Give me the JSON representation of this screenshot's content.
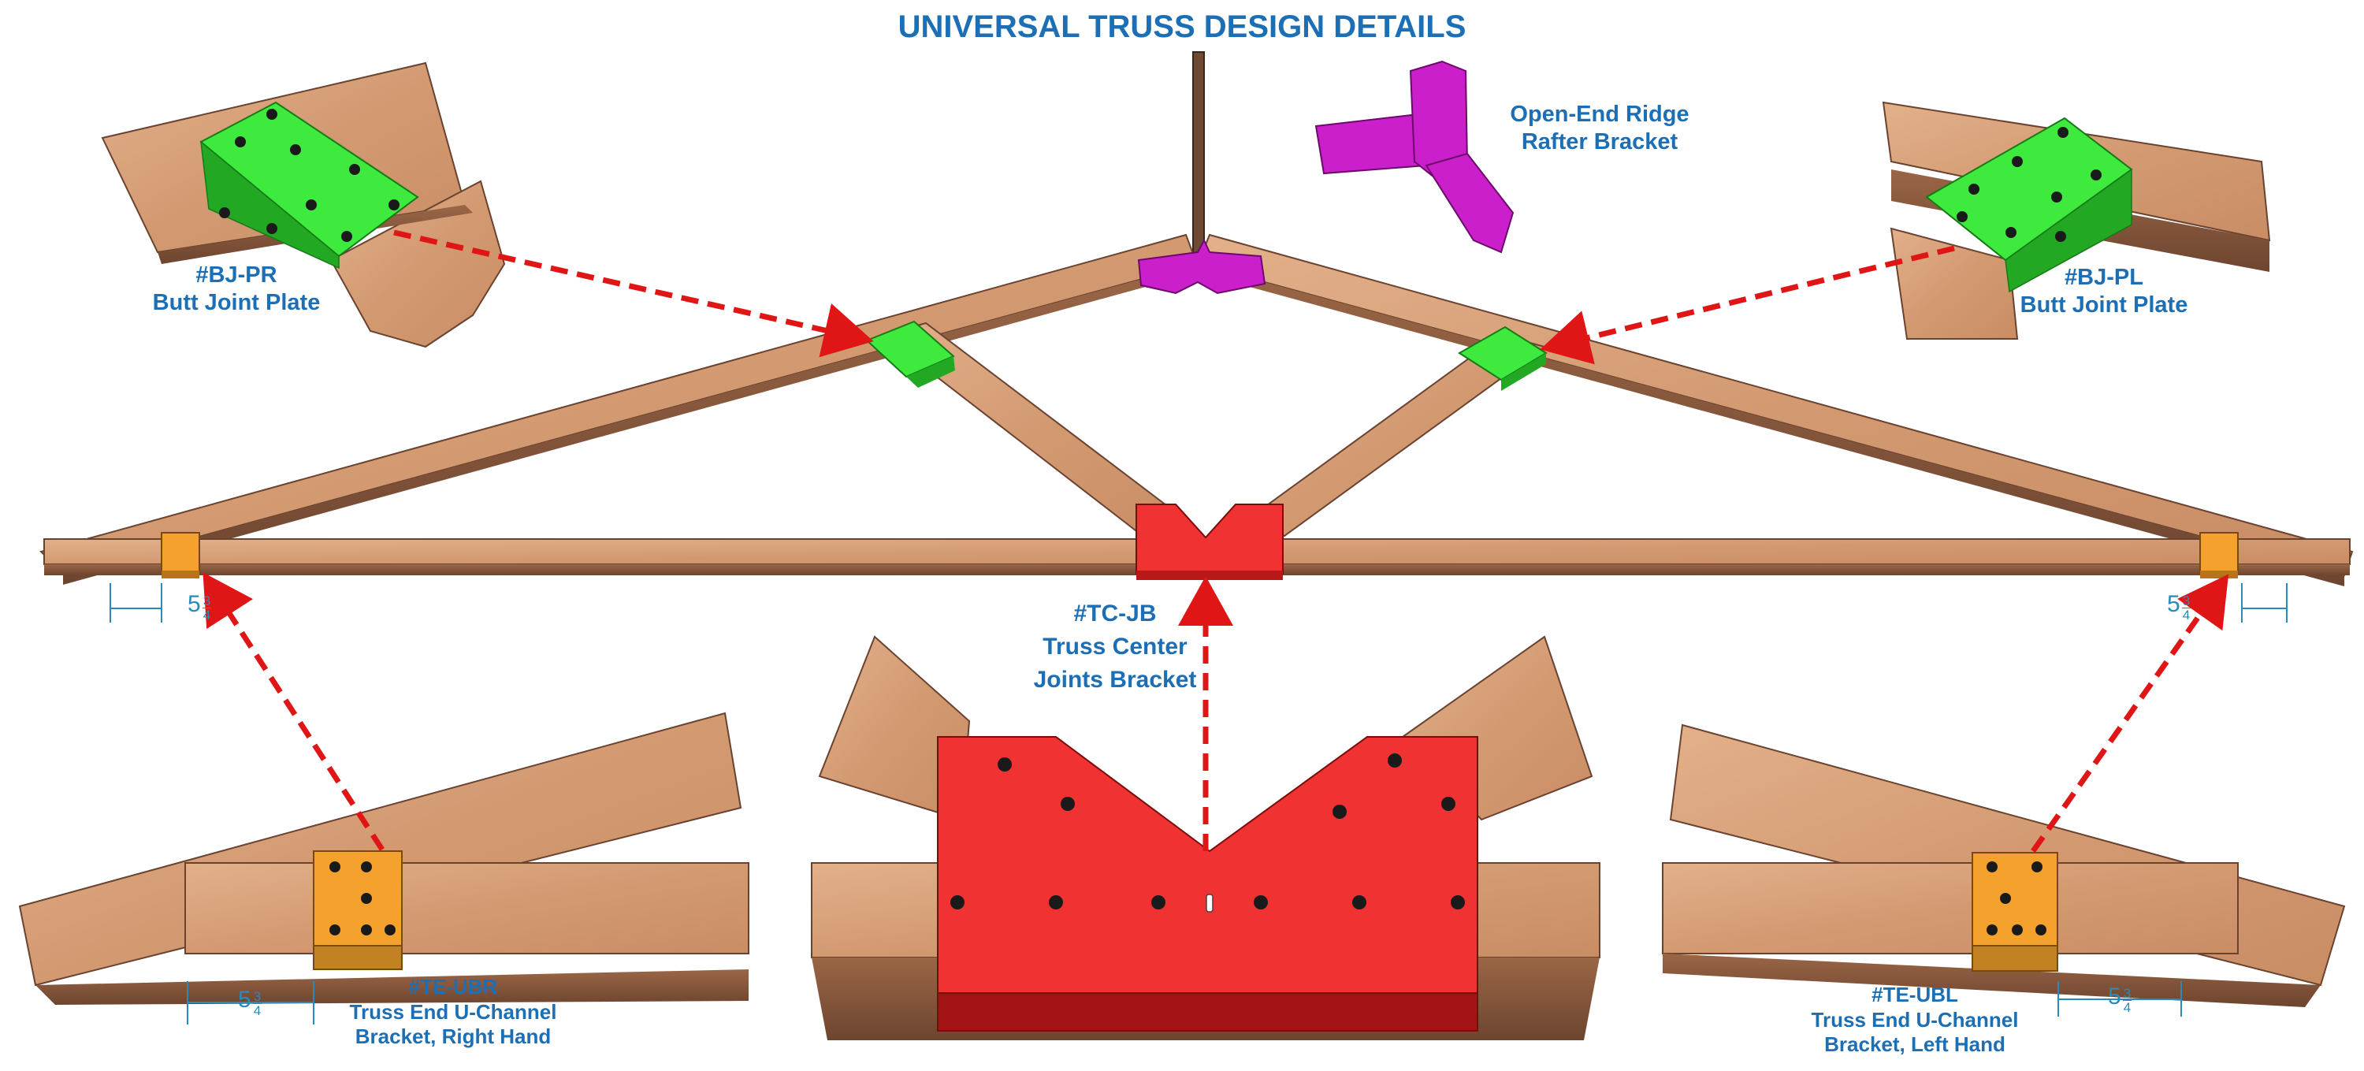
{
  "title": "UNIVERSAL TRUSS DESIGN DETAILS",
  "colors": {
    "label_blue": "#1c6fb5",
    "wood": "#d6a07a",
    "wood_edge": "#8e5a3c",
    "butt_joint_plate": "#3fea3f",
    "ridge_bracket": "#cc1fcc",
    "center_bracket": "#f03232",
    "end_bracket": "#f5a12d",
    "arrow": "#e01515",
    "dimension": "#2a8ab8"
  },
  "labels": {
    "bj_pr": {
      "code": "#BJ-PR",
      "name": "Butt Joint Plate"
    },
    "bj_pl": {
      "code": "#BJ-PL",
      "name": "Butt Joint Plate"
    },
    "ridge": {
      "line1": "Open-End Ridge",
      "line2": "Rafter Bracket"
    },
    "tc_jb": {
      "code": "#TC-JB",
      "line1": "Truss Center",
      "line2": "Joints Bracket"
    },
    "te_ubr": {
      "code": "#TE-UBR",
      "line1": "Truss End U-Channel",
      "line2": "Bracket, Right Hand"
    },
    "te_ubl": {
      "code": "#TE-UBL",
      "line1": "Truss End U-Channel",
      "line2": "Bracket, Left Hand"
    }
  },
  "dimensions": {
    "whole": "5",
    "numerator": "3",
    "denominator": "4"
  }
}
